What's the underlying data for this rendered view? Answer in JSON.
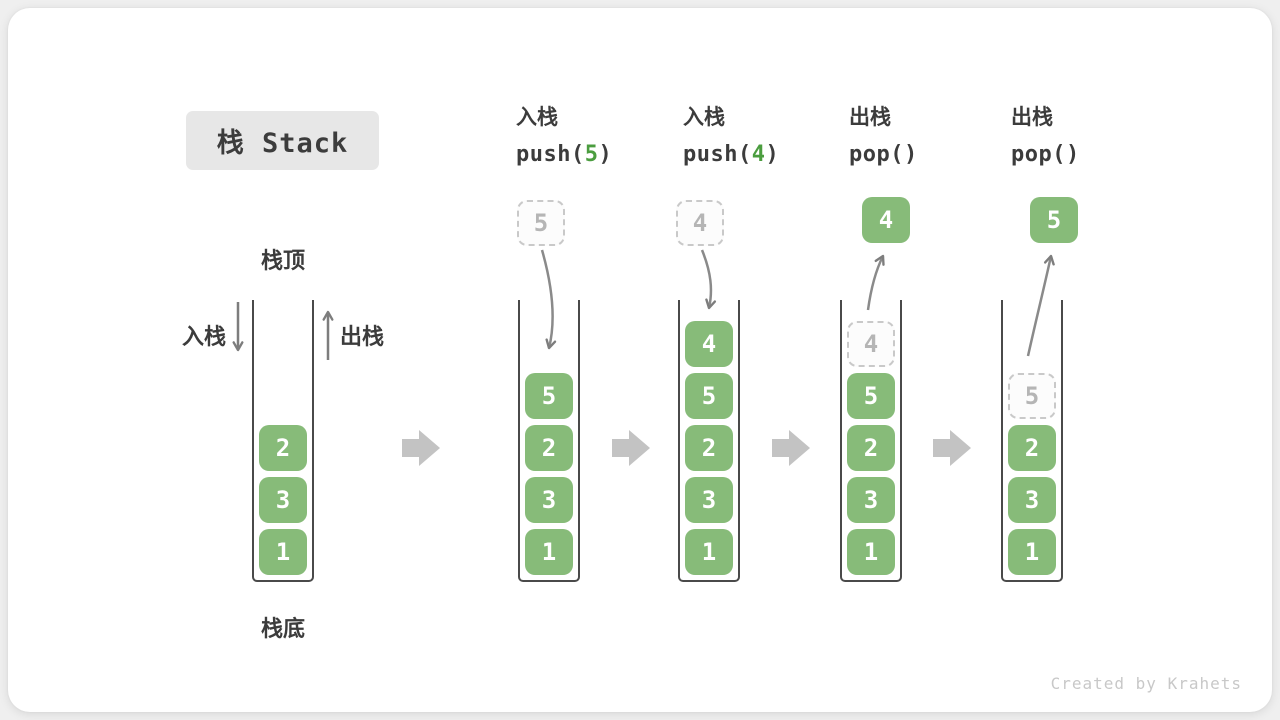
{
  "title": "栈 Stack",
  "labels": {
    "stack_top": "栈顶",
    "stack_bottom": "栈底",
    "push_side": "入栈",
    "pop_side": "出栈"
  },
  "watermark": "Created by Krahets",
  "colors": {
    "box_green": "#87BB79",
    "code_green": "#4B9D3F",
    "text_dark": "#3C3C3C",
    "wall": "#4A4A4A",
    "ghost_border": "#C9C9C9",
    "ghost_text": "#B5B5B5",
    "arrow_gray": "#7D7D7D",
    "block_arrow": "#C3C3C3",
    "title_bg": "#E7E7E7",
    "watermark_color": "#C8C8C8"
  },
  "columns": [
    {
      "name": "initial",
      "stack": [
        {
          "v": "2"
        },
        {
          "v": "3"
        },
        {
          "v": "1"
        }
      ]
    },
    {
      "name": "push-5",
      "op_label": "入栈",
      "code": {
        "pre": "push(",
        "arg": "5",
        "post": ")"
      },
      "float": {
        "v": "5",
        "style": "dashed"
      },
      "stack": [
        {
          "v": "5"
        },
        {
          "v": "2"
        },
        {
          "v": "3"
        },
        {
          "v": "1"
        }
      ]
    },
    {
      "name": "push-4",
      "op_label": "入栈",
      "code": {
        "pre": "push(",
        "arg": "4",
        "post": ")"
      },
      "float": {
        "v": "4",
        "style": "dashed"
      },
      "stack": [
        {
          "v": "4"
        },
        {
          "v": "5"
        },
        {
          "v": "2"
        },
        {
          "v": "3"
        },
        {
          "v": "1"
        }
      ]
    },
    {
      "name": "pop-4",
      "op_label": "出栈",
      "code": {
        "pre": "pop()",
        "arg": "",
        "post": ""
      },
      "float": {
        "v": "4",
        "style": "solid"
      },
      "stack": [
        {
          "v": "4",
          "ghost": true
        },
        {
          "v": "5"
        },
        {
          "v": "2"
        },
        {
          "v": "3"
        },
        {
          "v": "1"
        }
      ]
    },
    {
      "name": "pop-5",
      "op_label": "出栈",
      "code": {
        "pre": "pop()",
        "arg": "",
        "post": ""
      },
      "float": {
        "v": "5",
        "style": "solid"
      },
      "stack": [
        {
          "v": "5",
          "ghost": true
        },
        {
          "v": "2"
        },
        {
          "v": "3"
        },
        {
          "v": "1"
        }
      ]
    }
  ]
}
